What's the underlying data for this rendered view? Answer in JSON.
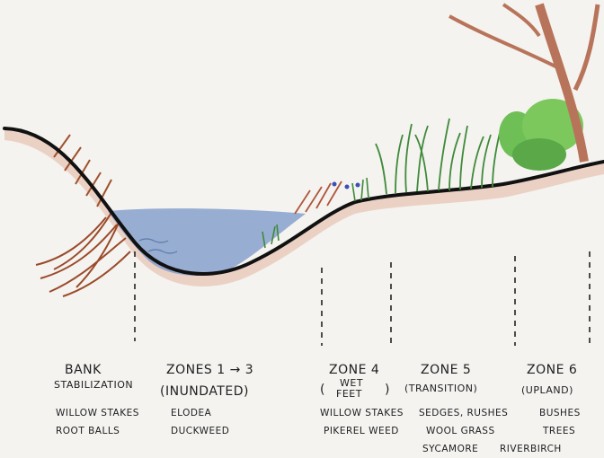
{
  "colors": {
    "paper": "#f4f3ef",
    "ground_line": "#111111",
    "soil": "#c98a6e",
    "water": "#7f98c4",
    "grass": "#3f8a3a",
    "tree_trunk": "#b8745a",
    "roots": "#9a4a2a"
  },
  "zones": [
    {
      "key": "bank",
      "title": "BANK",
      "subtitle": "STABILIZATION",
      "items": [
        "WILLOW STAKES",
        "ROOT BALLS"
      ]
    },
    {
      "key": "zones_1_3",
      "title": "ZONES 1 → 3",
      "subtitle": "(INUNDATED)",
      "items": [
        "ELODEA",
        "DUCKWEED"
      ]
    },
    {
      "key": "zone4",
      "title": "ZONE 4",
      "subtitle": "WET",
      "subtitle2": "FEET",
      "paren_open": "(",
      "paren_close": ")",
      "items": [
        "WILLOW STAKES",
        "PIKEREL WEED"
      ]
    },
    {
      "key": "zone5",
      "title": "ZONE 5",
      "subtitle": "(TRANSITION)",
      "items": [
        "SEDGES, RUSHES",
        "WOOL GRASS"
      ]
    },
    {
      "key": "zone6",
      "title": "ZONE 6",
      "subtitle": "(UPLAND)",
      "items": [
        "BUSHES",
        "TREES"
      ]
    }
  ],
  "footer_items": [
    "SYCAMORE",
    "RIVERBIRCH"
  ]
}
